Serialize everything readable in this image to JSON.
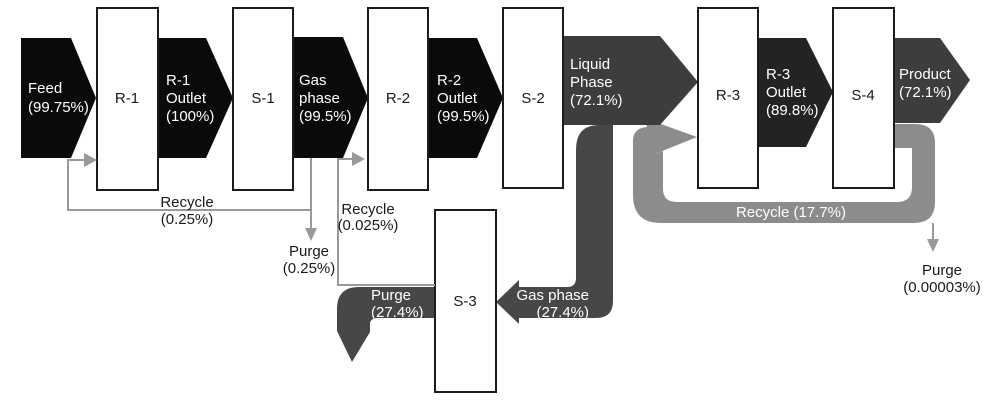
{
  "diagram_title": "Process flow diagram with reactors, separators, recycles and purges",
  "colors": {
    "background": "#ffffff",
    "stream_black": "#0a0a0a",
    "stream_dark": "#3d3d3d",
    "stream_darker": "#232323",
    "dark_pipe": "#474747",
    "recycle_pipe": "#8c8c8c",
    "thin_line": "#999999",
    "box_fill": "#ffffff",
    "box_border": "#1c1c1c",
    "text_dark": "#1a1a1a",
    "text_light": "#ffffff"
  },
  "units": {
    "r1": "R-1",
    "s1": "S-1",
    "r2": "R-2",
    "s2": "S-2",
    "s3": "S-3",
    "r3": "R-3",
    "s4": "S-4"
  },
  "streams": {
    "feed": {
      "l1": "Feed",
      "l2": "(99.75%)"
    },
    "r1_outlet": {
      "l1": "R-1",
      "l2": "Outlet",
      "l3": "(100%)"
    },
    "gas_phase_s1": {
      "l1": "Gas",
      "l2": "phase",
      "l3": "(99.5%)"
    },
    "r2_outlet": {
      "l1": "R-2",
      "l2": "Outlet",
      "l3": "(99.5%)"
    },
    "liquid_phase": {
      "l1": "Liquid",
      "l2": "Phase",
      "l3": "(72.1%)"
    },
    "r3_outlet": {
      "l1": "R-3",
      "l2": "Outlet",
      "l3": "(89.8%)"
    },
    "product": {
      "l1": "Product",
      "l2": "(72.1%)"
    },
    "recycle_s1": {
      "l1": "Recycle",
      "l2": "(0.25%)"
    },
    "purge_s1": {
      "l1": "Purge",
      "l2": "(0.25%)"
    },
    "recycle_s3": {
      "l1": "Recycle",
      "l2": "(0.025%)"
    },
    "purge_s3": {
      "l1": "Purge",
      "l2": "(27.4%)"
    },
    "gas_phase_s2": {
      "l1": "Gas phase",
      "l2": "(27.4%)"
    },
    "recycle_s4": {
      "label": "Recycle (17.7%)"
    },
    "purge_s4": {
      "l1": "Purge",
      "l2": "(0.00003%)"
    }
  }
}
